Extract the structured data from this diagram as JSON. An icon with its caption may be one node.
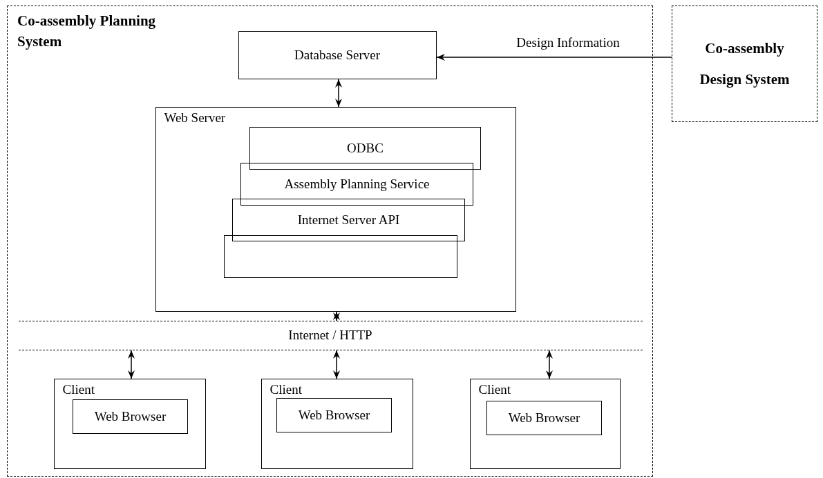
{
  "diagram": {
    "nodes": [
      {
        "text": [
          "Co-assembly Planning System"
        ]
      },
      {
        "text": [
          "Database Server"
        ],
        "in": 0
      },
      {
        "text": [
          "Web Server"
        ],
        "in": 0
      },
      {
        "text": [
          "ODBC"
        ],
        "in": 2
      },
      {
        "text": [
          "Assembly Planning Service"
        ],
        "in": 2
      },
      {
        "text": [
          "Internet Server API"
        ],
        "in": 2
      },
      {
        "text": [],
        "shape": "box",
        "in": 2
      },
      {
        "text": [
          "Internet / HTTP"
        ],
        "in": 0
      },
      {
        "text": [
          "Client"
        ],
        "in": 0
      },
      {
        "text": [
          "Web Browser"
        ],
        "in": 8
      },
      {
        "text": [
          "Client"
        ],
        "in": 0
      },
      {
        "text": [
          "Web Browser"
        ],
        "in": 10
      },
      {
        "text": [
          "Client"
        ],
        "in": 0
      },
      {
        "text": [
          "Web Browser"
        ],
        "in": 12
      },
      {
        "text": [
          "Co-assembly Design System"
        ]
      }
    ],
    "edges": [
      {
        "from": 14,
        "to": 1,
        "arrow": "to",
        "label": "Design Information"
      },
      {
        "from": 1,
        "to": 2,
        "arrow": "both"
      },
      {
        "from": 2,
        "to": 7,
        "arrow": "both"
      },
      {
        "from": 7,
        "to": 8,
        "arrow": "both"
      },
      {
        "from": 7,
        "to": 10,
        "arrow": "both"
      },
      {
        "from": 7,
        "to": 12,
        "arrow": "both"
      }
    ]
  }
}
